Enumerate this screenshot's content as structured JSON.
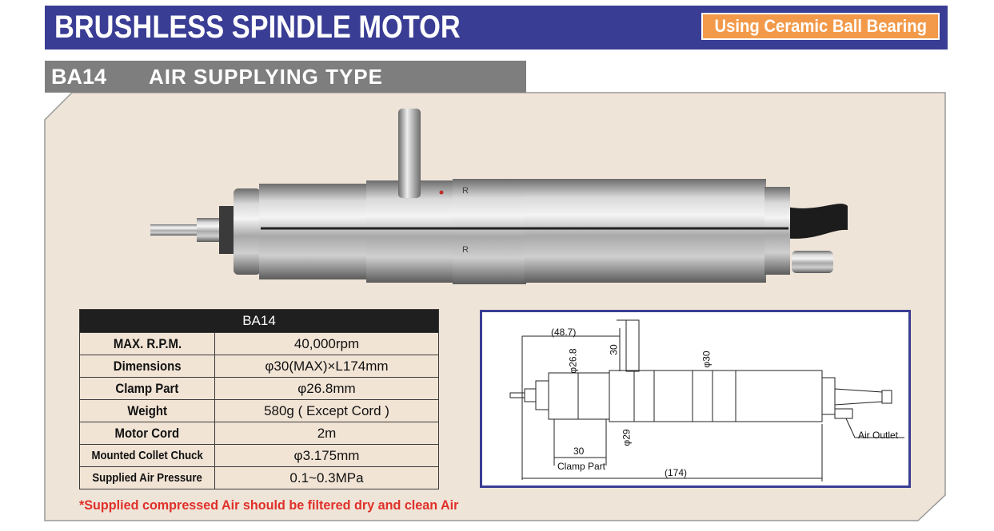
{
  "header": {
    "title": "BRUSHLESS SPINDLE MOTOR",
    "badge": "Using Ceramic Ball Bearing"
  },
  "section": {
    "model": "BA14",
    "type": "AIR SUPPLYING TYPE"
  },
  "colors": {
    "header_bg": "#3a3d94",
    "badge_bg": "#f29a4a",
    "panel_bg": "#efe4d8",
    "subbar_bg": "#7e7e7e",
    "note_color": "#e0302a"
  },
  "spec_table": {
    "heading": "BA14",
    "rows": [
      {
        "label": "MAX. R.P.M.",
        "value": "40,000rpm"
      },
      {
        "label": "Dimensions",
        "value": "φ30(MAX)×L174mm"
      },
      {
        "label": "Clamp Part",
        "value": "φ26.8mm"
      },
      {
        "label": "Weight",
        "value": "580g ( Except Cord )"
      },
      {
        "label": "Motor Cord",
        "value": "2m"
      },
      {
        "label": "Mounted Collet Chuck",
        "value": "φ3.175mm"
      },
      {
        "label": "Supplied Air Pressure",
        "value": "0.1~0.3MPa"
      }
    ]
  },
  "note": "*Supplied compressed Air should be filtered dry and clean Air",
  "drawing": {
    "dim_48_7": "(48.7)",
    "dim_30_top": "30",
    "dim_phi26_8": "φ26.8",
    "dim_phi30": "φ30",
    "dim_phi29": "φ29",
    "dim_30_clamp": "30",
    "clamp_part": "Clamp Part",
    "dim_174": "(174)",
    "air_outlet": "Air Outlet"
  },
  "photo_marks": {
    "mark_r_top": "R",
    "mark_r_bottom": "R"
  }
}
